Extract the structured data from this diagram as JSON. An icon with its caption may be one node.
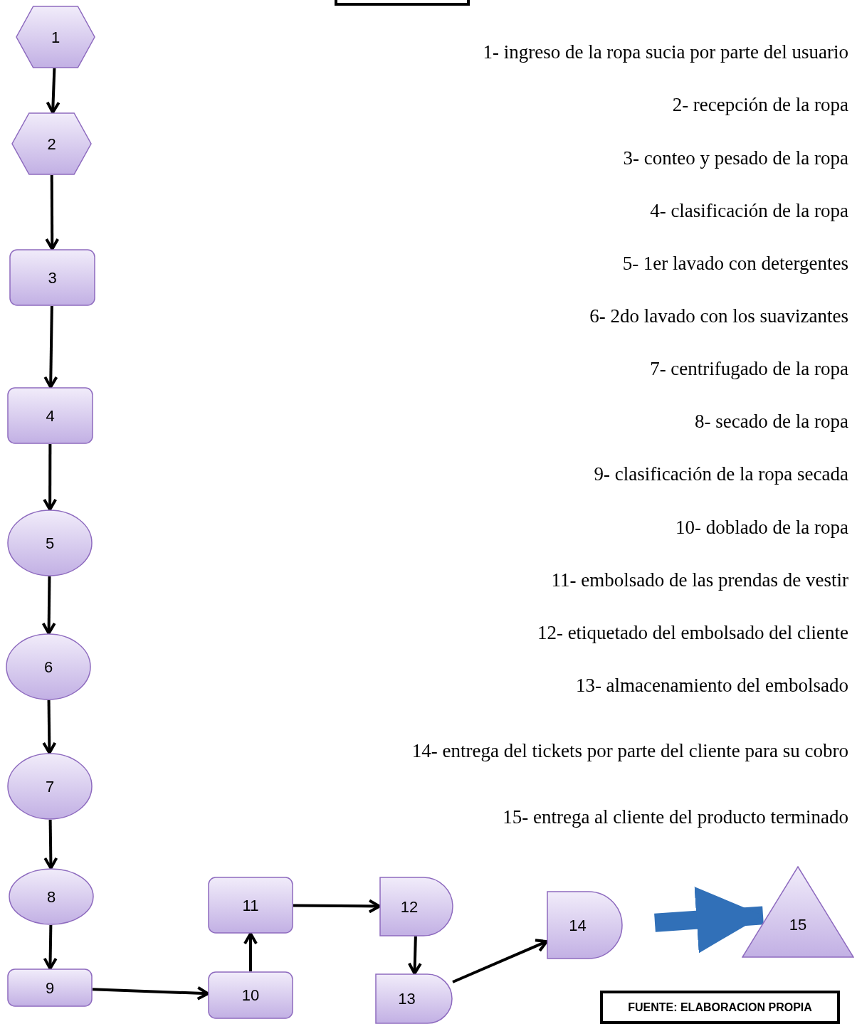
{
  "diagram": {
    "nodes": [
      {
        "text": [
          "1"
        ]
      },
      {
        "text": [
          "2"
        ]
      },
      {
        "text": [
          "3"
        ]
      },
      {
        "text": [
          "4"
        ]
      },
      {
        "text": [
          "5"
        ]
      },
      {
        "text": [
          "6"
        ]
      },
      {
        "text": [
          "7"
        ]
      },
      {
        "text": [
          "8"
        ]
      },
      {
        "text": [
          "9"
        ]
      },
      {
        "text": [
          "10"
        ]
      },
      {
        "text": [
          "11"
        ]
      },
      {
        "text": [
          "12"
        ]
      },
      {
        "text": [
          "13"
        ]
      },
      {
        "text": [
          "14"
        ]
      },
      {
        "text": [
          "15"
        ]
      },
      {
        "text": [
          "FUENTE: ELABORACION PROPIA"
        ]
      }
    ],
    "edges": [
      {
        "from": 0,
        "to": 1,
        "arrow": "to"
      },
      {
        "from": 1,
        "to": 2,
        "arrow": "to"
      },
      {
        "from": 2,
        "to": 3,
        "arrow": "to"
      },
      {
        "from": 3,
        "to": 4,
        "arrow": "to"
      },
      {
        "from": 4,
        "to": 5,
        "arrow": "to"
      },
      {
        "from": 5,
        "to": 6,
        "arrow": "to"
      },
      {
        "from": 6,
        "to": 7,
        "arrow": "to"
      },
      {
        "from": 7,
        "to": 8,
        "arrow": "to"
      },
      {
        "from": 8,
        "to": 9,
        "arrow": "to"
      },
      {
        "from": 9,
        "to": 10,
        "arrow": "to"
      },
      {
        "from": 10,
        "to": 11,
        "arrow": "to"
      },
      {
        "from": 11,
        "to": 12,
        "arrow": "to"
      },
      {
        "from": 12,
        "to": 13,
        "arrow": "to"
      },
      {
        "from": 13,
        "to": 14,
        "arrow": "to",
        "style": "thick",
        "color": "#3170b8"
      }
    ],
    "labels": [
      "1- ingreso de la ropa sucia por parte del usuario",
      "2- recepción de la ropa",
      "3- conteo y pesado de la ropa",
      "4- clasificación de la ropa",
      "5- 1er lavado con detergentes",
      "6- 2do lavado con los suavizantes",
      "7- centrifugado de la ropa",
      "8- secado de la ropa",
      "9- clasificación de la ropa secada",
      "10- doblado de la ropa",
      "11- embolsado de las prendas de vestir",
      "12- etiquetado del embolsado del cliente",
      "13- almacenamiento del embolsado",
      "14- entrega del tickets por parte del cliente para su cobro",
      "15- entrega al cliente del producto terminado"
    ]
  }
}
